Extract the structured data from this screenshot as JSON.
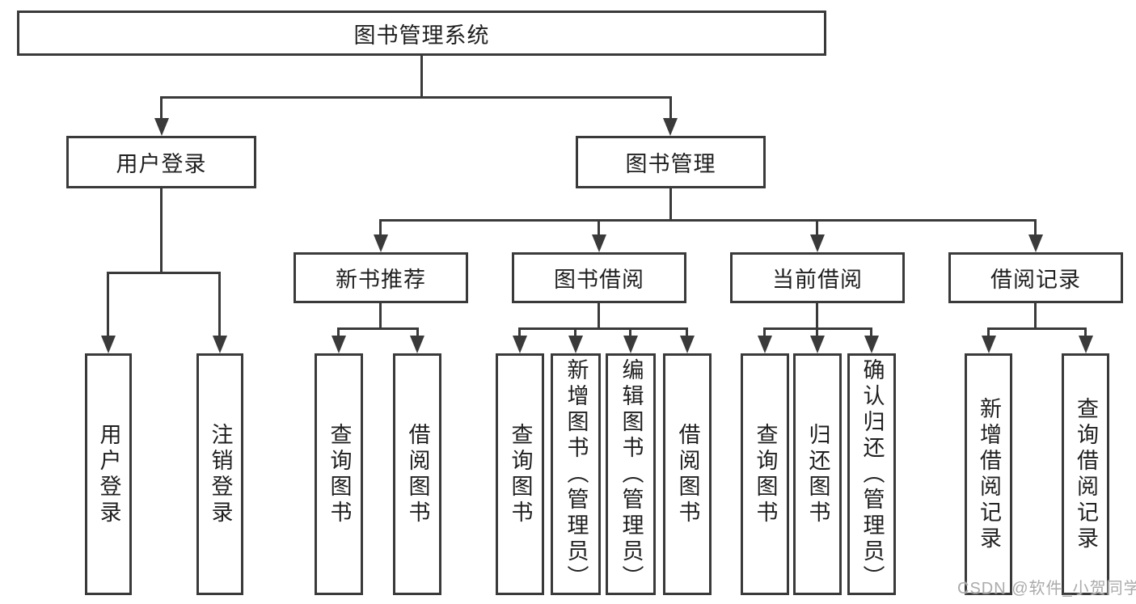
{
  "tree": {
    "label": "图书管理系统",
    "children": [
      {
        "label": "用户登录",
        "children": [
          {
            "label": "用户登录"
          },
          {
            "label": "注销登录"
          }
        ]
      },
      {
        "label": "图书管理",
        "children": [
          {
            "label": "新书推荐",
            "children": [
              {
                "label": "查询图书"
              },
              {
                "label": "借阅图书"
              }
            ]
          },
          {
            "label": "图书借阅",
            "children": [
              {
                "label": "查询图书"
              },
              {
                "label": "新增图书（管理员）"
              },
              {
                "label": "编辑图书（管理员）"
              },
              {
                "label": "借阅图书"
              }
            ]
          },
          {
            "label": "当前借阅",
            "children": [
              {
                "label": "查询图书"
              },
              {
                "label": "归还图书"
              },
              {
                "label": "确认归还（管理员）"
              }
            ]
          },
          {
            "label": "借阅记录",
            "children": [
              {
                "label": "新增借阅记录"
              },
              {
                "label": "查询借阅记录"
              }
            ]
          }
        ]
      }
    ]
  },
  "watermark": {
    "text": "CSDN @软件_小贺同学"
  },
  "colors": {
    "background": "#ffffff",
    "line": "#3a3a3a",
    "box_border": "#3a3a3a",
    "text": "#1f1f1f",
    "watermark": "#ababab"
  }
}
